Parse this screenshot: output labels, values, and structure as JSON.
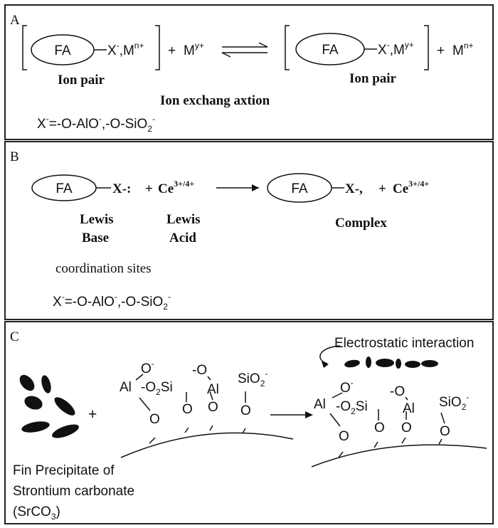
{
  "panels": {
    "a": {
      "label": "A",
      "fa": "FA",
      "x_minus": "X",
      "comma": ",",
      "m": "M",
      "n_plus": "n+",
      "y_plus": "y+",
      "plus": "+",
      "ion_pair": "Ion pair",
      "ion_pair_right": "Ion  pair",
      "caption": "Ion exchang  axtion",
      "x_def_prefix": "X",
      "x_def_main": "=-O-AlO",
      "x_def_mid": ",-O-SiO",
      "x_def_sub": "2",
      "minus": "-"
    },
    "b": {
      "label": "B",
      "fa": "FA",
      "x_colon": "X-:",
      "x_dot": "X-,",
      "plus": "+",
      "ce": "Ce",
      "ce_charge": "3+/4+",
      "lewis_base_1": "Lewis",
      "lewis_base_2": "Base",
      "lewis_acid_1": "Lewis",
      "lewis_acid_2": "Acid",
      "complex": "Complex",
      "coordination": "coordination sites",
      "x_def_prefix": "X",
      "x_def_main": "=-O-AlO",
      "x_def_mid": ",-O-SiO",
      "x_def_sub": "2",
      "minus": "-"
    },
    "c": {
      "label": "C",
      "electrostatic": "Electrostatic  interaction",
      "plus": "+",
      "o": "O",
      "o_minus_top": "O",
      "al": "Al",
      "o2si": "-O",
      "o2si_sub": "2",
      "si": "Si",
      "neg_o": "-O",
      "sio2": "SiO",
      "sio2_sub": "2",
      "minus": "-",
      "caption_1": "Fin Precipitate of",
      "caption_2": "Strontium carbonate",
      "caption_3_pre": "(SrCO",
      "caption_3_sub": "3",
      "caption_3_post": ")"
    }
  }
}
